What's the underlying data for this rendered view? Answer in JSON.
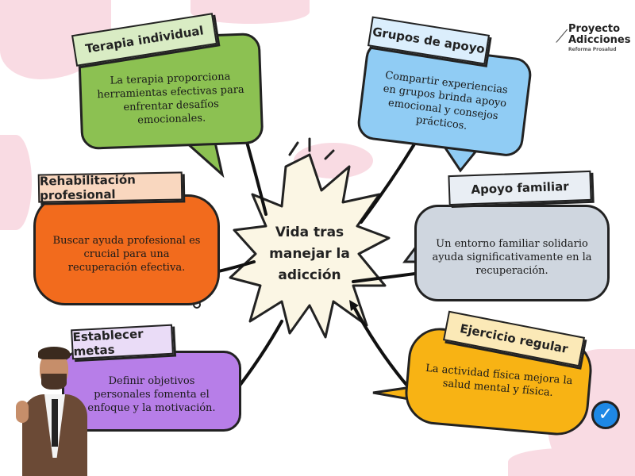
{
  "center": {
    "title": "Vida tras manejar la adicción"
  },
  "logo": {
    "name_line1": "Proyecto",
    "name_line2": "Adicciones",
    "tagline": "Reforma Prosalud"
  },
  "nodes": [
    {
      "title": "Terapia individual",
      "text": "La terapia proporciona herramientas efectivas para enfrentar desafíos emocionales.",
      "color": "#8cc152"
    },
    {
      "title": "Grupos de apoyo",
      "text": "Compartir experiencias en grupos brinda apoyo emocional y consejos prácticos.",
      "color": "#90ccf4"
    },
    {
      "title": "Rehabilitación profesional",
      "text": "Buscar ayuda profesional es crucial para una recuperación efectiva.",
      "color": "#f26b1d"
    },
    {
      "title": "Apoyo familiar",
      "text": "Un entorno familiar solidario ayuda significativamente en la recuperación.",
      "color": "#cfd6df"
    },
    {
      "title": "Establecer metas",
      "text": "Definir objetivos personales fomenta el enfoque y la motivación.",
      "color": "#b77ee8"
    },
    {
      "title": "Ejercicio regular",
      "text": "La actividad física mejora la salud mental y física.",
      "color": "#f8b314"
    }
  ]
}
